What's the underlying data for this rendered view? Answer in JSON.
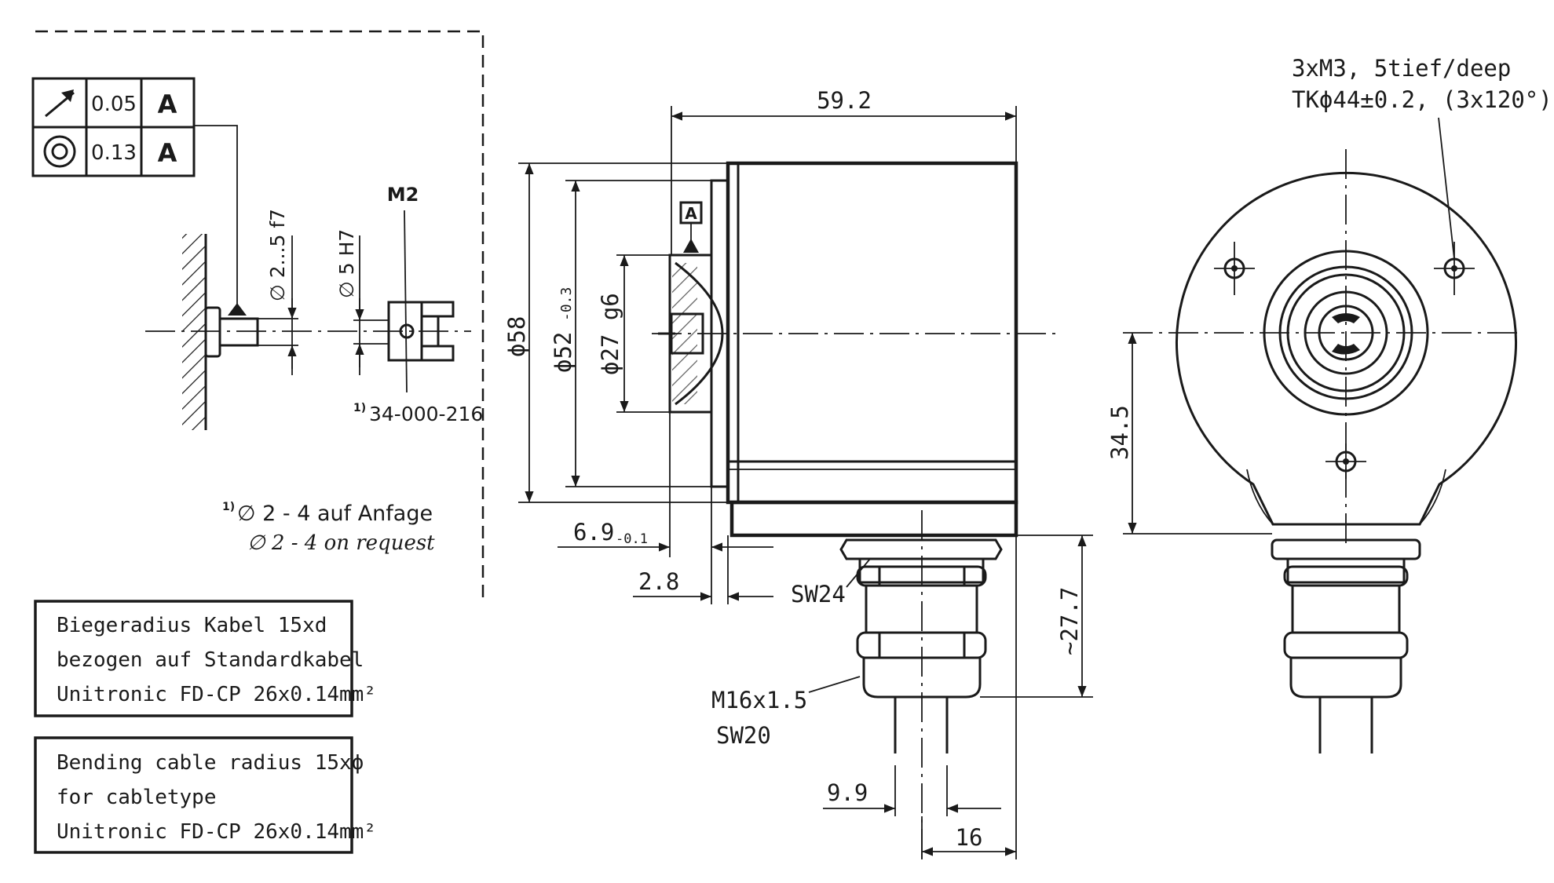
{
  "tolerance_frame": {
    "row1_value": "0.05",
    "row1_datum": "A",
    "row2_value": "0.13",
    "row2_datum": "A"
  },
  "detail": {
    "shaft_dia": "∅ 2...5 f7",
    "bore_dia": "∅ 5 H7",
    "screw": "M2",
    "coupling_part": "34-000-216",
    "coupling_footnote_mark": "1)",
    "footnote_mark": "1)",
    "footnote_de": "∅ 2 - 4 auf Anfage",
    "footnote_en": "∅ 2 - 4 on request"
  },
  "side_view": {
    "length": "59.2",
    "datum": "A",
    "dia_body": "ϕ58",
    "dia_flange": "ϕ52",
    "dia_flange_tol": "-0.3",
    "dia_spigot": "ϕ27 g6",
    "flange_thickness": "6.9",
    "flange_thickness_tol": "-0.1",
    "spigot_length": "2.8",
    "gland_wrench": "SW24",
    "gland_thread_line1": "M16x1.5",
    "gland_thread_line2": "SW20",
    "gland_height": "~27.7",
    "cable_dia": "9.9",
    "gland_offset": "16"
  },
  "front_view": {
    "hole_spec_line1": "3xM3, 5tief/deep",
    "hole_spec_line2": "TKϕ44±0.2, (3x120°)",
    "center_height": "34.5"
  },
  "notes": {
    "de_line1": "Biegeradius Kabel 15xd",
    "de_line2": "bezogen auf Standardkabel",
    "de_line3": "Unitronic FD-CP 26x0.14mm²",
    "en_line1": "Bending cable radius 15xϕ",
    "en_line2": "for cabletype",
    "en_line3": "Unitronic FD-CP 26x0.14mm²"
  }
}
